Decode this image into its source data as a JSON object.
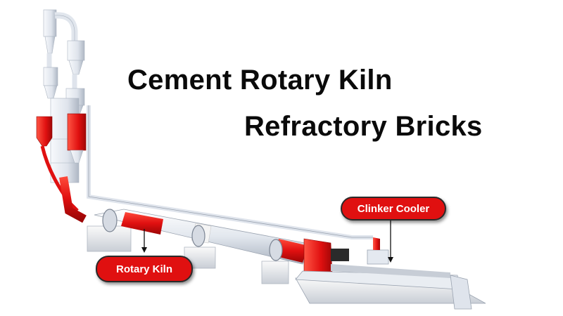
{
  "title": {
    "line1": "Cement Rotary Kiln",
    "line2": "Refractory Bricks"
  },
  "labels": {
    "clinker_cooler": "Clinker Cooler",
    "rotary_kiln": "Rotary Kiln"
  },
  "colors": {
    "brick_red": "#e01010",
    "steel": "#e4e9f0",
    "text": "#0a0a0a"
  },
  "icons": [
    "preheater-tower-icon",
    "rotary-kiln-icon",
    "clinker-cooler-icon"
  ]
}
